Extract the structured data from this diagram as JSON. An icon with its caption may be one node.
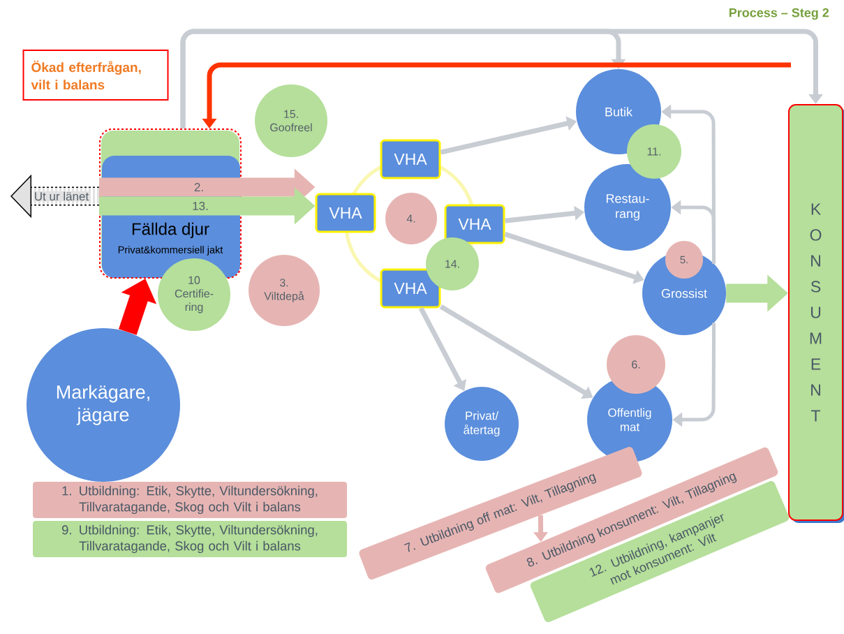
{
  "diagram": {
    "title": "Process – Steg 2",
    "nodes": [
      {
        "text": [
          "Ökad efterfrågan, vilt i balans"
        ]
      },
      {
        "text": [
          "Fällda djur",
          "Privat&kommersiell jakt"
        ]
      },
      {
        "text": [
          "15. Goofreel"
        ]
      },
      {
        "text": [
          "10 Certifie- ring"
        ]
      },
      {
        "text": [
          "3. Viltdepå"
        ]
      },
      {
        "text": [
          "VHA"
        ]
      },
      {
        "text": [
          "VHA"
        ]
      },
      {
        "text": [
          "4."
        ]
      },
      {
        "text": [
          "VHA"
        ]
      },
      {
        "text": [
          "14."
        ]
      },
      {
        "text": [
          "VHA"
        ]
      },
      {
        "text": [
          "Butik"
        ]
      },
      {
        "text": [
          "11."
        ]
      },
      {
        "text": [
          "Restau- rang"
        ]
      },
      {
        "text": [
          "5."
        ]
      },
      {
        "text": [
          "Grossist"
        ]
      },
      {
        "text": [
          "Privat/ återtag"
        ]
      },
      {
        "text": [
          "6."
        ]
      },
      {
        "text": [
          "Offentlig mat"
        ]
      },
      {
        "text": [
          "KONSUMENT"
        ]
      },
      {
        "text": [
          "Markägare, jägare"
        ]
      },
      {
        "text": [
          "1. Utbildning: Etik, Skytte, Viltundersökning, Tillvaratagande, Skog och Vilt i balans"
        ]
      },
      {
        "text": [
          "9. Utbildning: Etik, Skytte, Viltundersökning, Tillvaratagande, Skog och Vilt i balans"
        ]
      },
      {
        "text": [
          "7. Utbildning off mat: Vilt, Tillagning"
        ]
      },
      {
        "text": [
          "8.  Utbildning konsument: Vilt, Tillagning"
        ]
      },
      {
        "text": [
          "12. Utbildning, kampanjer mot konsument: Vilt"
        ]
      }
    ],
    "edges": [
      {
        "from": 1,
        "to": null,
        "arrow": "to",
        "label": "Ut ur länet",
        "style": "dashed",
        "color": "#000000"
      },
      {
        "from": 1,
        "to": 6,
        "arrow": "to",
        "label": "2.",
        "style": "thick",
        "color": "#e6b5b3"
      },
      {
        "from": 1,
        "to": 6,
        "arrow": "to",
        "label": "13.",
        "style": "thick",
        "color": "#b5df9a"
      },
      {
        "from": 20,
        "to": 1,
        "arrow": "to",
        "style": "thick",
        "color": "#ff0000"
      },
      {
        "from": 1,
        "to": 11,
        "arrow": "to"
      },
      {
        "from": 1,
        "to": 19,
        "arrow": "to"
      },
      {
        "from": null,
        "to": 1,
        "arrow": "to",
        "color": "#ff3300"
      },
      {
        "from": 5,
        "to": 11,
        "arrow": "to"
      },
      {
        "from": 8,
        "to": 13,
        "arrow": "to"
      },
      {
        "from": 8,
        "to": 15,
        "arrow": "to"
      },
      {
        "from": 10,
        "to": 18,
        "arrow": "to"
      },
      {
        "from": 10,
        "to": 16,
        "arrow": "to"
      },
      {
        "from": 15,
        "to": 11,
        "arrow": "to"
      },
      {
        "from": 15,
        "to": 13,
        "arrow": "to"
      },
      {
        "from": 15,
        "to": 18,
        "arrow": "to"
      },
      {
        "from": 15,
        "to": 19,
        "arrow": "to",
        "style": "thick",
        "color": "#b5df9a"
      },
      {
        "from": 23,
        "to": 24,
        "arrow": "to",
        "color": "#e6b5b3"
      }
    ]
  }
}
